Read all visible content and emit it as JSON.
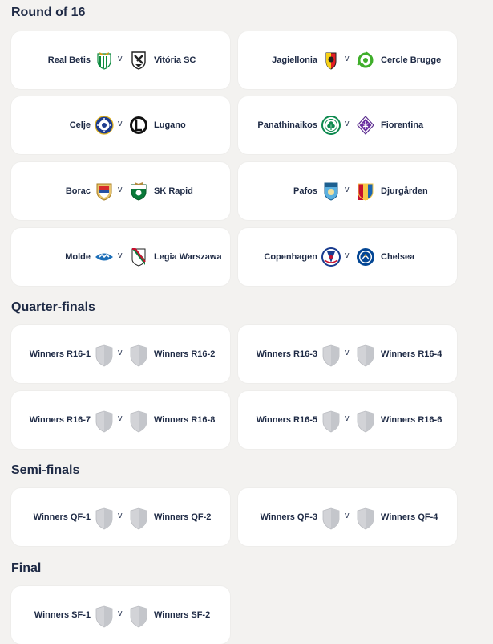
{
  "rounds": [
    {
      "title": "Round of 16",
      "matches": [
        {
          "home": "Real Betis",
          "away": "Vitória SC",
          "home_crest": "real-betis-crest",
          "away_crest": "vitoria-sc-crest"
        },
        {
          "home": "Jagiellonia",
          "away": "Cercle Brugge",
          "home_crest": "jagiellonia-crest",
          "away_crest": "cercle-brugge-crest"
        },
        {
          "home": "Celje",
          "away": "Lugano",
          "home_crest": "celje-crest",
          "away_crest": "lugano-crest"
        },
        {
          "home": "Panathinaikos",
          "away": "Fiorentina",
          "home_crest": "panathinaikos-crest",
          "away_crest": "fiorentina-crest"
        },
        {
          "home": "Borac",
          "away": "SK Rapid",
          "home_crest": "borac-crest",
          "away_crest": "sk-rapid-crest"
        },
        {
          "home": "Pafos",
          "away": "Djurgården",
          "home_crest": "pafos-crest",
          "away_crest": "djurgarden-crest"
        },
        {
          "home": "Molde",
          "away": "Legia Warszawa",
          "home_crest": "molde-crest",
          "away_crest": "legia-warszawa-crest"
        },
        {
          "home": "Copenhagen",
          "away": "Chelsea",
          "home_crest": "copenhagen-crest",
          "away_crest": "chelsea-crest"
        }
      ]
    },
    {
      "title": "Quarter-finals",
      "matches": [
        {
          "home": "Winners R16-1",
          "away": "Winners R16-2"
        },
        {
          "home": "Winners R16-3",
          "away": "Winners R16-4"
        },
        {
          "home": "Winners R16-7",
          "away": "Winners R16-8"
        },
        {
          "home": "Winners R16-5",
          "away": "Winners R16-6"
        }
      ]
    },
    {
      "title": "Semi-finals",
      "matches": [
        {
          "home": "Winners QF-1",
          "away": "Winners QF-2"
        },
        {
          "home": "Winners QF-3",
          "away": "Winners QF-4"
        }
      ]
    },
    {
      "title": "Final",
      "matches": [
        {
          "home": "Winners SF-1",
          "away": "Winners SF-2"
        }
      ]
    }
  ],
  "vs_label": "v",
  "colors": {
    "background": "#f3f2f0",
    "card": "#ffffff",
    "text": "#1e2a45",
    "placeholder_shield": "#c9cace"
  }
}
